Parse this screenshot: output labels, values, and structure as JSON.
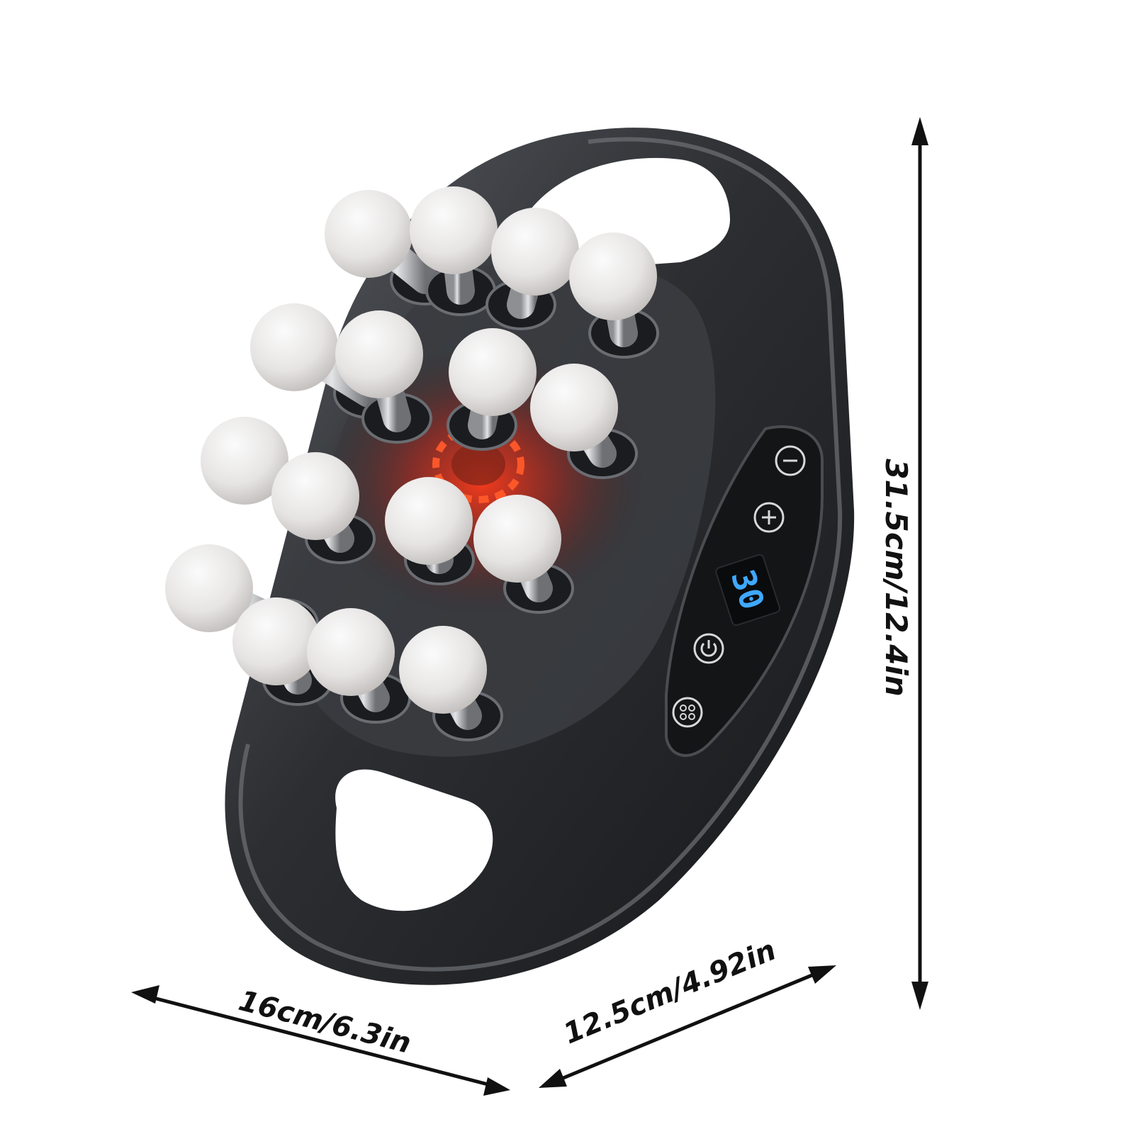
{
  "product": {
    "name": "",
    "display_value": "30",
    "heat_color": "#ff3b1a",
    "body_color": "#2a2c30",
    "ball_color": "#e9e7e6",
    "display_color": "#3fa8ff",
    "buttons": [
      {
        "name": "minus-button",
        "icon": "minus-icon"
      },
      {
        "name": "plus-button",
        "icon": "plus-icon"
      },
      {
        "name": "power-button",
        "icon": "power-icon"
      },
      {
        "name": "mode-button",
        "icon": "grid-icon"
      }
    ]
  },
  "dimensions": {
    "height": "31.5cm/12.4in",
    "width": "16cm/6.3in",
    "depth": "12.5cm/4.92in"
  }
}
